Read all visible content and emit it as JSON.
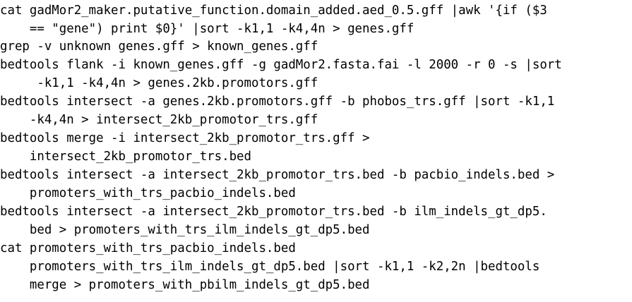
{
  "code_lines": [
    "cat gadMor2_maker.putative_function.domain_added.aed_0.5.gff |awk '{if ($3",
    "    == \"gene\") print $0}' |sort -k1,1 -k4,4n > genes.gff",
    "grep -v unknown genes.gff > known_genes.gff",
    "bedtools flank -i known_genes.gff -g gadMor2.fasta.fai -l 2000 -r 0 -s |sort",
    "     -k1,1 -k4,4n > genes.2kb.promotors.gff",
    "bedtools intersect -a genes.2kb.promotors.gff -b phobos_trs.gff |sort -k1,1",
    "    -k4,4n > intersect_2kb_promotor_trs.gff",
    "bedtools merge -i intersect_2kb_promotor_trs.gff >",
    "    intersect_2kb_promotor_trs.bed",
    "bedtools intersect -a intersect_2kb_promotor_trs.bed -b pacbio_indels.bed >",
    "    promoters_with_trs_pacbio_indels.bed",
    "bedtools intersect -a intersect_2kb_promotor_trs.bed -b ilm_indels_gt_dp5.",
    "    bed > promoters_with_trs_ilm_indels_gt_dp5.bed",
    "cat promoters_with_trs_pacbio_indels.bed",
    "    promoters_with_trs_ilm_indels_gt_dp5.bed |sort -k1,1 -k2,2n |bedtools",
    "    merge > promoters_with_pbilm_indels_gt_dp5.bed"
  ]
}
